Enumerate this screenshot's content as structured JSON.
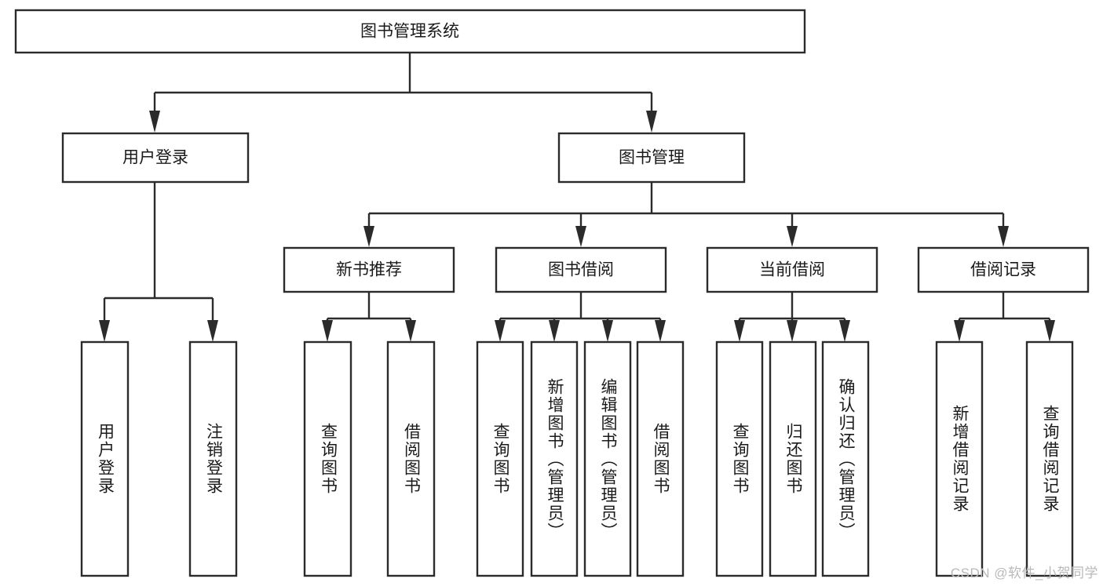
{
  "diagram": {
    "title": "图书管理系统",
    "type": "tree-hierarchy",
    "watermark": "CSDN @软件_小贺同学",
    "colors": {
      "stroke": "#2b2b2b",
      "fill": "#ffffff",
      "text": "#1a1a1a",
      "watermark": "#b9b9b9"
    },
    "root": {
      "label": "图书管理系统",
      "orientation": "horizontal"
    },
    "level1": [
      {
        "label": "用户登录",
        "orientation": "horizontal"
      },
      {
        "label": "图书管理",
        "orientation": "horizontal"
      }
    ],
    "level2": [
      {
        "label": "新书推荐",
        "orientation": "horizontal"
      },
      {
        "label": "图书借阅",
        "orientation": "horizontal"
      },
      {
        "label": "当前借阅",
        "orientation": "horizontal"
      },
      {
        "label": "借阅记录",
        "orientation": "horizontal"
      }
    ],
    "leaves": {
      "user_login": [
        {
          "label": "用户登录",
          "orientation": "vertical"
        },
        {
          "label": "注销登录",
          "orientation": "vertical"
        }
      ],
      "new_book_recommend": [
        {
          "label": "查询图书",
          "orientation": "vertical"
        },
        {
          "label": "借阅图书",
          "orientation": "vertical"
        }
      ],
      "book_borrow": [
        {
          "label": "查询图书",
          "orientation": "vertical"
        },
        {
          "label": "新增图书（管理员）",
          "orientation": "vertical"
        },
        {
          "label": "编辑图书（管理员）",
          "orientation": "vertical"
        },
        {
          "label": "借阅图书",
          "orientation": "vertical"
        }
      ],
      "current_borrow": [
        {
          "label": "查询图书",
          "orientation": "vertical"
        },
        {
          "label": "归还图书",
          "orientation": "vertical"
        },
        {
          "label": "确认归还（管理员）",
          "orientation": "vertical"
        }
      ],
      "borrow_record": [
        {
          "label": "新增借阅记录",
          "orientation": "vertical"
        },
        {
          "label": "查询借阅记录",
          "orientation": "vertical"
        }
      ]
    }
  }
}
